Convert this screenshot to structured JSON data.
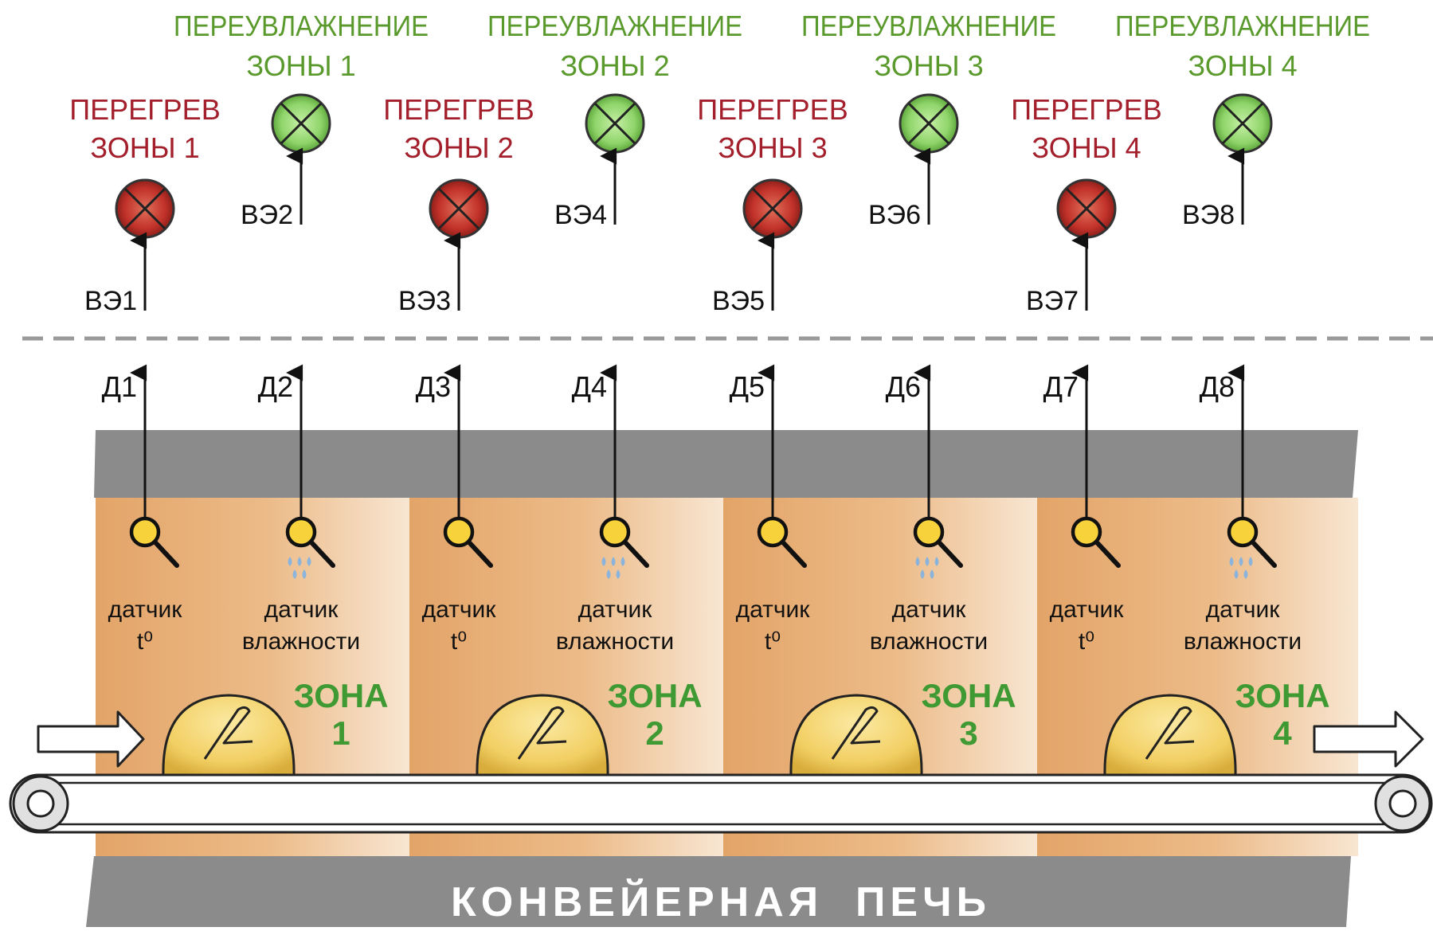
{
  "colors": {
    "alarm_red_text": "#a31f2b",
    "alarm_green_text": "#5a9a2c",
    "lamp_red": "#c2322a",
    "lamp_green": "#8fd46a",
    "oven_gray": "#8b8b8b",
    "zone_orange": "#e6ab70",
    "zone_label_green": "#3f9a34",
    "bread": "#f2cf63",
    "sensor_yellow": "#f7d23a",
    "drop_blue": "#8ab4dc"
  },
  "zones": [
    {
      "overheat_label": [
        "ПЕРЕГРЕВ",
        "ЗОНЫ 1"
      ],
      "humidity_label": [
        "ПЕРЕУВЛАЖНЕНИЕ",
        "ЗОНЫ 1"
      ],
      "overheat_output": "ВЭ1",
      "humidity_output": "ВЭ2",
      "temp_sensor_tag": "Д1",
      "humidity_sensor_tag": "Д2",
      "zone_word": "ЗОНА",
      "zone_number": "1"
    },
    {
      "overheat_label": [
        "ПЕРЕГРЕВ",
        "ЗОНЫ 2"
      ],
      "humidity_label": [
        "ПЕРЕУВЛАЖНЕНИЕ",
        "ЗОНЫ 2"
      ],
      "overheat_output": "ВЭ3",
      "humidity_output": "ВЭ4",
      "temp_sensor_tag": "Д3",
      "humidity_sensor_tag": "Д4",
      "zone_word": "ЗОНА",
      "zone_number": "2"
    },
    {
      "overheat_label": [
        "ПЕРЕГРЕВ",
        "ЗОНЫ 3"
      ],
      "humidity_label": [
        "ПЕРЕУВЛАЖНЕНИЕ",
        "ЗОНЫ 3"
      ],
      "overheat_output": "ВЭ5",
      "humidity_output": "ВЭ6",
      "temp_sensor_tag": "Д5",
      "humidity_sensor_tag": "Д6",
      "zone_word": "ЗОНА",
      "zone_number": "3"
    },
    {
      "overheat_label": [
        "ПЕРЕГРЕВ",
        "ЗОНЫ 4"
      ],
      "humidity_label": [
        "ПЕРЕУВЛАЖНЕНИЕ",
        "ЗОНЫ 4"
      ],
      "overheat_output": "ВЭ7",
      "humidity_output": "ВЭ8",
      "temp_sensor_tag": "Д7",
      "humidity_sensor_tag": "Д8",
      "zone_word": "ЗОНА",
      "zone_number": "4"
    }
  ],
  "temp_sensor_label": [
    "датчик",
    "t⁰"
  ],
  "humidity_sensor_label": [
    "датчик",
    "влажности"
  ],
  "oven_title": "КОНВЕЙЕРНАЯ  ПЕЧЬ",
  "icons": {
    "lamp": "indicator-lamp-icon",
    "sensor": "magnifier-sensor-icon",
    "drops": "water-drops-icon",
    "bread": "bread-loaf-icon",
    "flow_arrow": "flow-arrow-icon",
    "roller": "conveyor-roller-icon"
  }
}
